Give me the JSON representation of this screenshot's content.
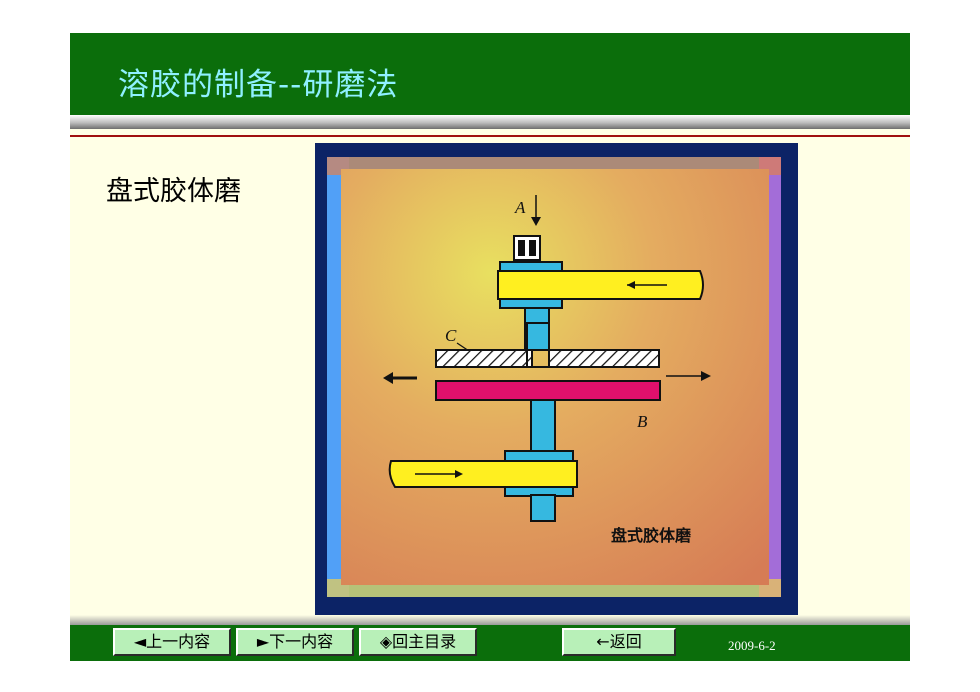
{
  "slide": {
    "title": "溶胶的制备--研磨法",
    "subtitle": "盘式胶体磨"
  },
  "figure": {
    "label_a": "A",
    "label_b": "B",
    "label_c": "C",
    "caption": "盘式胶体磨"
  },
  "nav": {
    "prev_label": "◄上一内容",
    "next_label": "►下一内容",
    "main_menu_label": "◈回主目录",
    "back_label": "←返回",
    "date": "2009-6-2"
  },
  "colors": {
    "header_green": "#0b6e0b",
    "title_cyan": "#8ff0ff",
    "slide_bg": "#ffffe6",
    "button_bg": "#b8f0b8",
    "divider_red": "#a01010"
  }
}
